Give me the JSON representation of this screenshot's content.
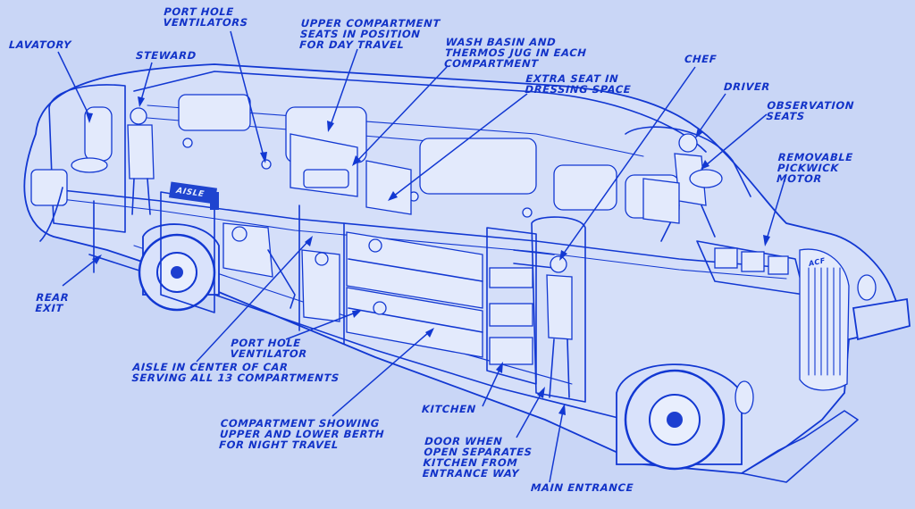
{
  "labels": {
    "port_hole_ventilators": [
      "PORT HOLE",
      "VENTILATORS"
    ],
    "lavatory": [
      "LAVATORY"
    ],
    "steward": [
      "STEWARD"
    ],
    "upper_compartment": [
      "UPPER COMPARTMENT",
      "SEATS IN POSITION",
      "FOR DAY TRAVEL"
    ],
    "wash_basin": [
      "WASH BASIN AND",
      "THERMOS JUG IN EACH",
      "COMPARTMENT"
    ],
    "extra_seat": [
      "EXTRA SEAT IN",
      "DRESSING SPACE"
    ],
    "chef": [
      "CHEF"
    ],
    "driver": [
      "DRIVER"
    ],
    "observation_seats": [
      "OBSERVATION",
      "SEATS"
    ],
    "removable_motor": [
      "REMOVABLE",
      "PICKWICK",
      "MOTOR"
    ],
    "rear_exit": [
      "REAR",
      "EXIT"
    ],
    "port_hole_ventilator": [
      "PORT HOLE",
      "VENTILATOR"
    ],
    "aisle_center": [
      "AISLE IN CENTER OF CAR",
      "SERVING ALL 13 COMPARTMENTS"
    ],
    "kitchen": [
      "KITCHEN"
    ],
    "compartment_berth": [
      "COMPARTMENT SHOWING",
      "UPPER AND LOWER BERTH",
      "FOR NIGHT TRAVEL"
    ],
    "door_when_open": [
      "DOOR WHEN",
      "OPEN SEPARATES",
      "KITCHEN FROM",
      "ENTRANCE WAY"
    ],
    "main_entrance": [
      "MAIN ENTRANCE"
    ]
  },
  "embedded_text": {
    "aisle_sign": "AISLE",
    "grille_badge": "ACF"
  },
  "colors": {
    "background": "#c9d6f6",
    "ink": "#1238d2"
  }
}
